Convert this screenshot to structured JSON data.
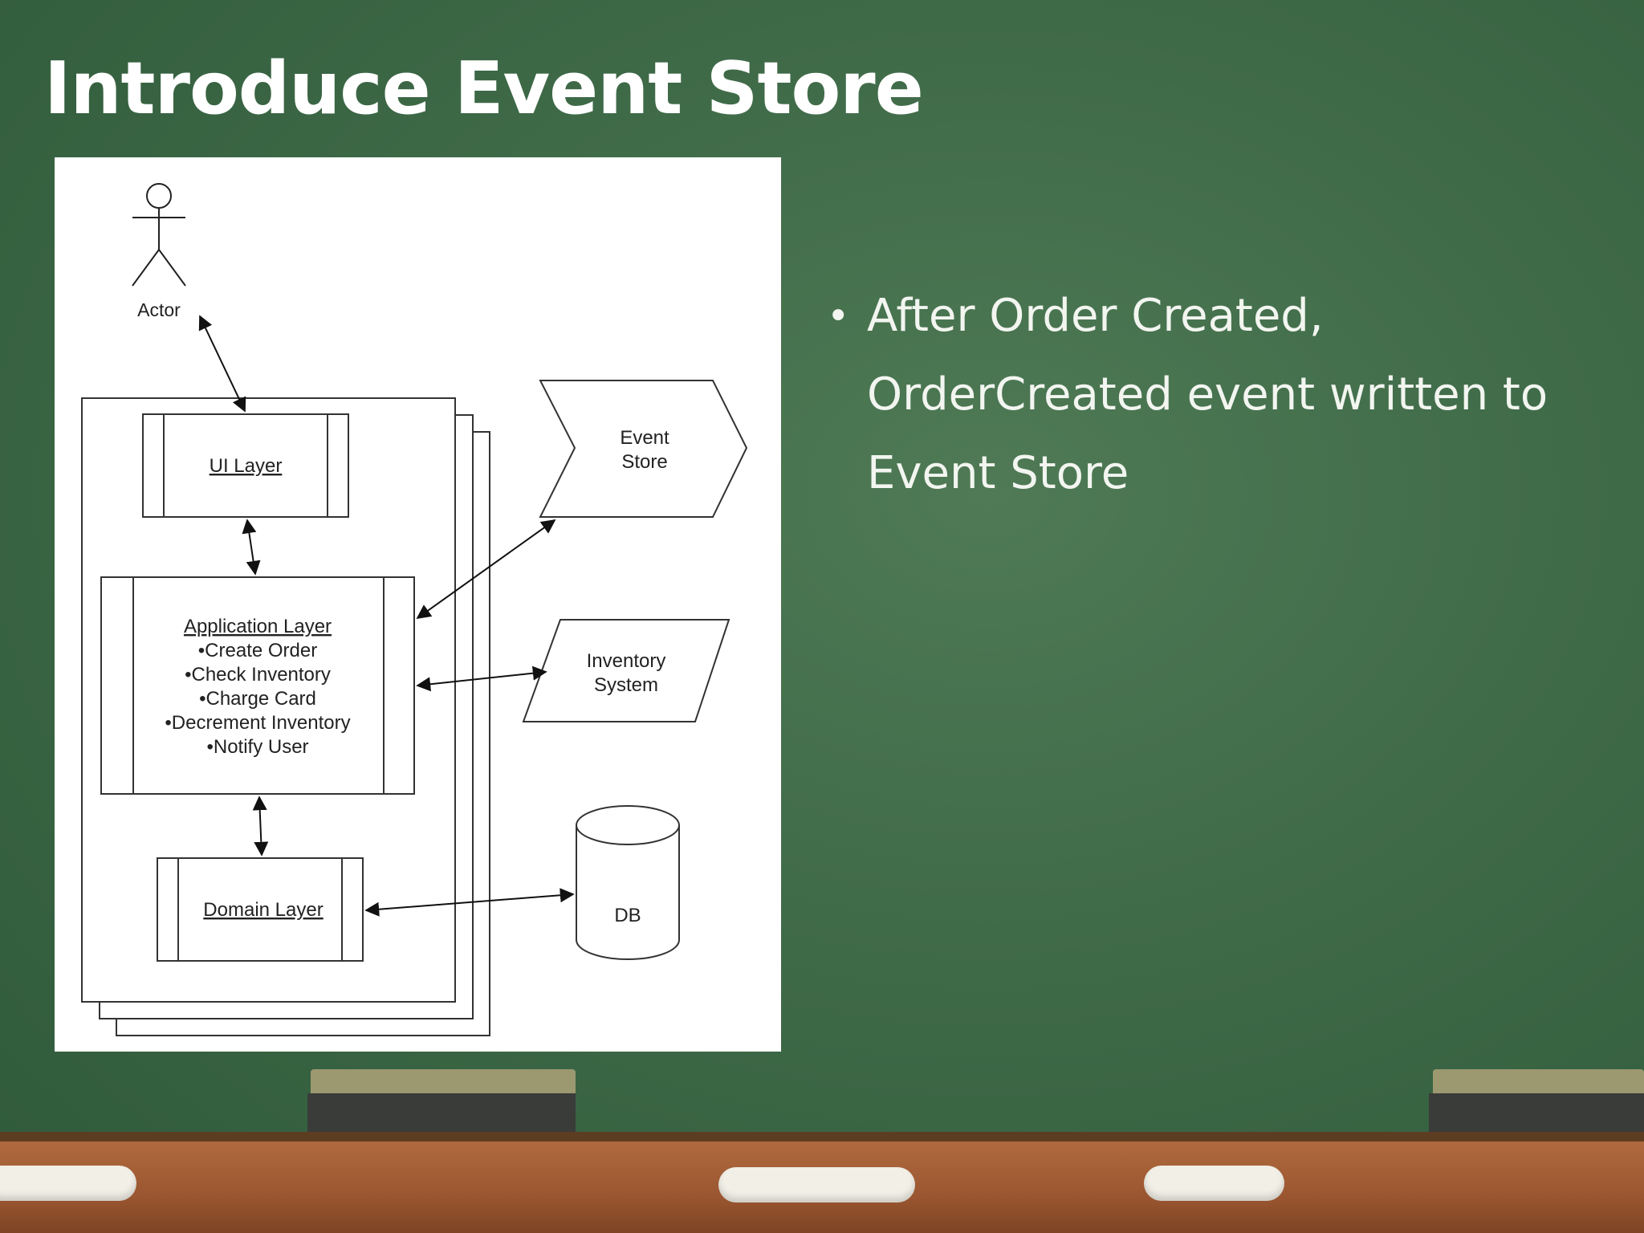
{
  "slide": {
    "title": "Introduce Event Store",
    "bullets": [
      "After Order Created, OrderCreated event written to Event Store"
    ]
  },
  "diagram": {
    "actor_label": "Actor",
    "ui_layer": "UI Layer",
    "application_layer": {
      "title": "Application Layer",
      "items": [
        "•Create Order",
        "•Check Inventory",
        "•Charge Card",
        "•Decrement Inventory",
        "•Notify User"
      ]
    },
    "domain_layer": "Domain Layer",
    "event_store": [
      "Event",
      "Store"
    ],
    "inventory_system": [
      "Inventory",
      "System"
    ],
    "db": "DB"
  },
  "colors": {
    "board": "#3f6a48",
    "text": "#ffffff",
    "tray": "#9a5630"
  }
}
